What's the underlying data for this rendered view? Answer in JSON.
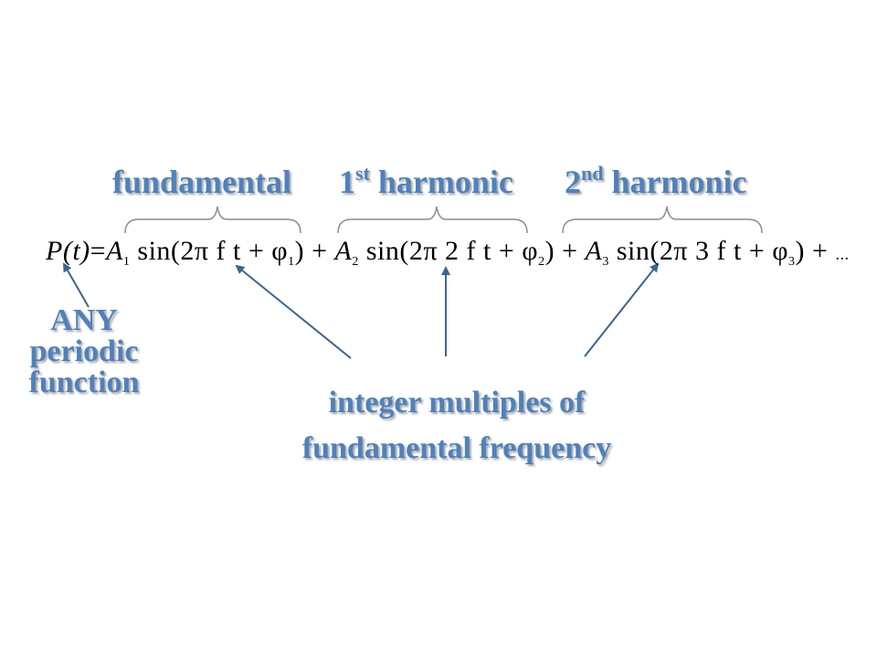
{
  "labels": {
    "fundamental": "fundamental",
    "first_harmonic": {
      "num": "1",
      "sup": "st",
      "word": " harmonic"
    },
    "second_harmonic": {
      "num": "2",
      "sup": "nd",
      "word": " harmonic"
    }
  },
  "left_note": {
    "line1": "ANY",
    "line2": "periodic",
    "line3": "function"
  },
  "bottom_note": {
    "line1": "integer multiples of",
    "line2": "fundamental frequency"
  },
  "equation": {
    "lhs": "P(t)",
    "eq": "=",
    "term1": {
      "amp": "A",
      "amp_sub": "1",
      "body": " sin(2π f t + φ",
      "phase_sub": "1",
      "close": ")"
    },
    "plus1": " + ",
    "term2": {
      "amp": "A",
      "amp_sub": "2",
      "body": " sin(2π 2 f t + φ",
      "phase_sub": "2",
      "close": ")"
    },
    "plus2": " + ",
    "term3": {
      "amp": "A",
      "amp_sub": "3",
      "body": " sin(2π 3 f t + φ",
      "phase_sub": "3",
      "close": ")"
    },
    "plus3": " + ",
    "ellipsis": "..."
  },
  "colors": {
    "label_blue": "#4f81bd",
    "brace_gray": "#8c8c8c",
    "arrow_blue": "#3a6591",
    "equation_black": "#000000"
  }
}
